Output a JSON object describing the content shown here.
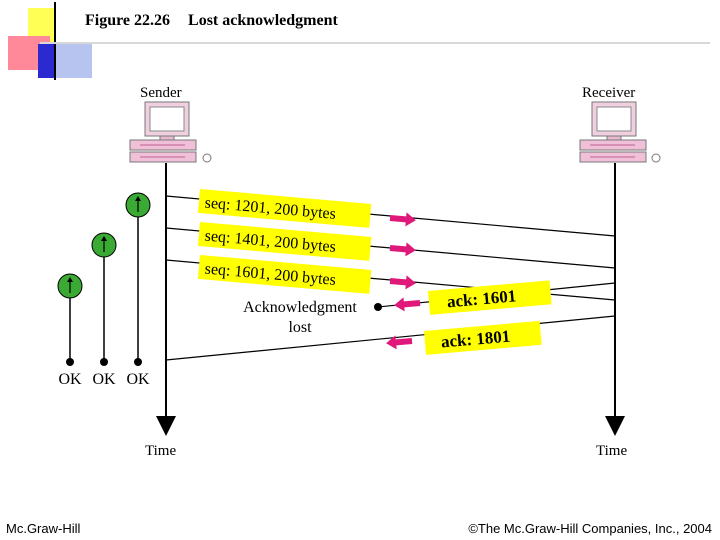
{
  "figure": {
    "number": "Figure 22.26",
    "title": "Lost acknowledgment"
  },
  "labels": {
    "sender": "Sender",
    "receiver": "Receiver",
    "time_left": "Time",
    "time_right": "Time",
    "ack_lost_1": "Acknowledgment",
    "ack_lost_2": "lost"
  },
  "segments": [
    {
      "label": "seq: 1201, 200 bytes"
    },
    {
      "label": "seq: 1401, 200 bytes"
    },
    {
      "label": "seq: 1601, 200 bytes"
    }
  ],
  "acks": [
    {
      "label": "ack: 1601"
    },
    {
      "label": "ack: 1801"
    }
  ],
  "timers": [
    {
      "label": "OK"
    },
    {
      "label": "OK"
    },
    {
      "label": "OK"
    }
  ],
  "footer": {
    "left": "Mc.Graw-Hill",
    "right": "©The Mc.Graw-Hill Companies, Inc., 2004"
  },
  "colors": {
    "segment_fill": "#ffff00",
    "arrow": "#e0187a",
    "timer": "#3aaa35",
    "deco_yellow": "#ffff33",
    "deco_red": "#ff6680",
    "deco_blue": "#2020c0"
  }
}
